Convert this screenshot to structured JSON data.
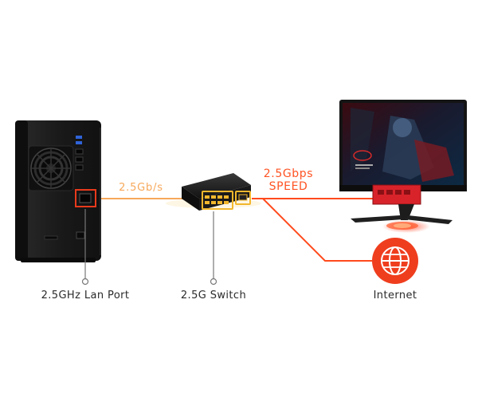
{
  "labels": {
    "nas_speed": "2.5Gb/s",
    "link_speed_line1": "2.5Gbps",
    "link_speed_line2": "SPEED",
    "nas_port": "2.5GHz Lan Port",
    "switch": "2.5G Switch",
    "internet": "Internet"
  },
  "colors": {
    "line_orange": "#f7a85a",
    "line_red": "#ff4a1c",
    "accent_red": "#e83a1c",
    "leader_gray": "#777777"
  },
  "icons": {
    "nas": "nas-device-icon",
    "switch": "network-switch-icon",
    "monitor": "gaming-monitor-icon",
    "internet": "globe-icon"
  }
}
